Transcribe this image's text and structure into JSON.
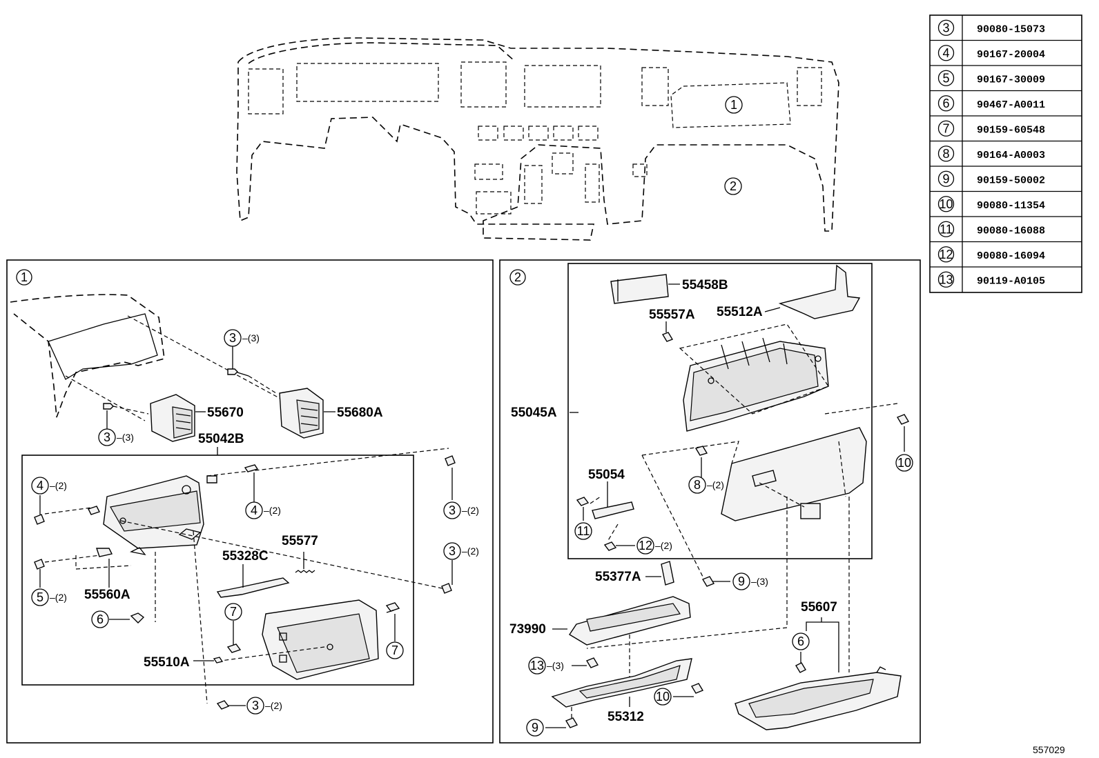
{
  "legend": [
    {
      "num": "3",
      "part": "90080-15073"
    },
    {
      "num": "4",
      "part": "90167-20004"
    },
    {
      "num": "5",
      "part": "90167-30009"
    },
    {
      "num": "6",
      "part": "90467-A0011"
    },
    {
      "num": "7",
      "part": "90159-60548"
    },
    {
      "num": "8",
      "part": "90164-A0003"
    },
    {
      "num": "9",
      "part": "90159-50002"
    },
    {
      "num": "10",
      "part": "90080-11354"
    },
    {
      "num": "11",
      "part": "90080-16088"
    },
    {
      "num": "12",
      "part": "90080-16094"
    },
    {
      "num": "13",
      "part": "90119-A0105"
    }
  ],
  "overview": {
    "zone1": "1",
    "zone2": "2"
  },
  "panel1": {
    "marker": "1",
    "labels": {
      "p55670": "55670",
      "p55680A": "55680A",
      "p55042B": "55042B",
      "p55577": "55577",
      "p55328C": "55328C",
      "p55560A": "55560A",
      "p55510A": "55510A"
    },
    "callouts": {
      "c3a": {
        "num": "3",
        "qty": "–(3)"
      },
      "c3b": {
        "num": "3",
        "qty": "–(3)"
      },
      "c4a": {
        "num": "4",
        "qty": "–(2)"
      },
      "c4b": {
        "num": "4",
        "qty": "–(2)"
      },
      "c3c": {
        "num": "3",
        "qty": "–(2)"
      },
      "c3d": {
        "num": "3",
        "qty": "–(2)"
      },
      "c5": {
        "num": "5",
        "qty": "–(2)"
      },
      "c6": {
        "num": "6"
      },
      "c7a": {
        "num": "7"
      },
      "c7b": {
        "num": "7"
      },
      "c3e": {
        "num": "3",
        "qty": "–(2)"
      }
    }
  },
  "panel2": {
    "marker": "2",
    "labels": {
      "p55458B": "55458B",
      "p55557A": "55557A",
      "p55512A": "55512A",
      "p55045A": "55045A",
      "p55054": "55054",
      "p55377A": "55377A",
      "p73990": "73990",
      "p55312": "55312",
      "p55607": "55607"
    },
    "callouts": {
      "c10a": {
        "num": "10"
      },
      "c8": {
        "num": "8",
        "qty": "–(2)"
      },
      "c11": {
        "num": "11"
      },
      "c12": {
        "num": "12",
        "qty": "–(2)"
      },
      "c9a": {
        "num": "9",
        "qty": "–(3)"
      },
      "c6": {
        "num": "6"
      },
      "c13": {
        "num": "13",
        "qty": "–(3)"
      },
      "c10b": {
        "num": "10"
      },
      "c9b": {
        "num": "9"
      }
    }
  },
  "figure_code": "557029"
}
